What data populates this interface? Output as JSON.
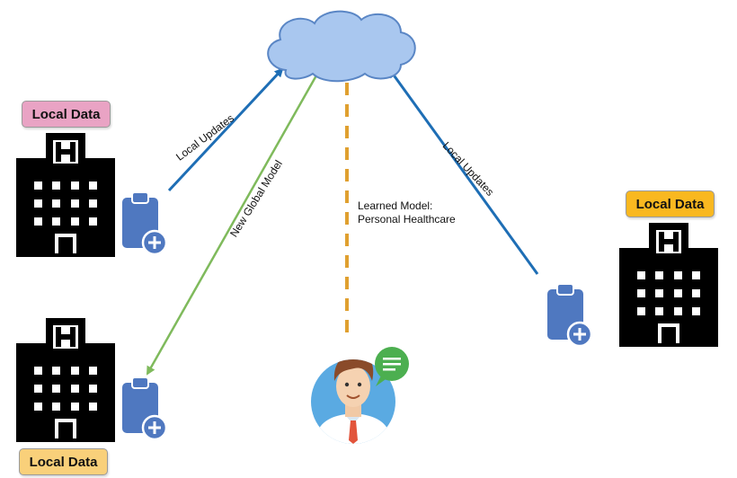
{
  "nodes": {
    "server": {
      "icon": "cloud-icon"
    },
    "hospital_1": {
      "icon": "hospital-building-icon",
      "device_icon": "clipboard-plus-icon",
      "label": "Local Data",
      "label_color": "#e9a3c4"
    },
    "hospital_2": {
      "icon": "hospital-building-icon",
      "device_icon": "clipboard-plus-icon",
      "label": "Local Data",
      "label_color": "#f9b820"
    },
    "hospital_3": {
      "icon": "hospital-building-icon",
      "device_icon": "clipboard-plus-icon",
      "label": "Local Data",
      "label_color": "#f9d07a"
    },
    "doctor": {
      "icon": "doctor-avatar-icon",
      "badge_icon": "chat-bubble-icon"
    }
  },
  "edges": {
    "local_updates_left": {
      "label": "Local Updates",
      "color": "#1e6eb5"
    },
    "local_updates_right": {
      "label": "Local Updates",
      "color": "#1e6eb5"
    },
    "new_global_model": {
      "label": "New Global Model",
      "color": "#7fba5c"
    },
    "learned_model": {
      "line1": "Learned Model:",
      "line2": "Personal Healthcare",
      "color": "#e0a030"
    }
  },
  "colors": {
    "cloud_fill": "#a9c7ef",
    "cloud_stroke": "#5a86c5",
    "clipboard_fill": "#4f78c0",
    "building": "#000000",
    "avatar_bg": "#5aaae2",
    "chat_bubble": "#4caf50"
  }
}
